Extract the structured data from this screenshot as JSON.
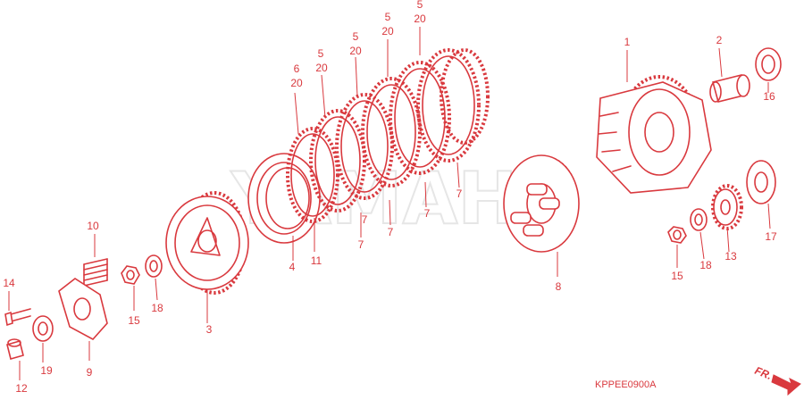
{
  "watermark": "YAMAHA",
  "diagram_code": "KPPEE0900A",
  "direction_label": "FR.",
  "colors": {
    "line": "#d9393e",
    "watermark": "#e6e6e6"
  },
  "callouts": {
    "c1": "1",
    "c2": "2",
    "c3": "3",
    "c4": "4",
    "c5a": "5",
    "c20a": "20",
    "c5b": "5",
    "c20b": "20",
    "c5c": "5",
    "c20c": "20",
    "c5d": "5",
    "c20d": "20",
    "c6": "6",
    "c20e": "20",
    "c7a": "7",
    "c7b": "7",
    "c7c": "7",
    "c7d": "7",
    "c7e": "7",
    "c8": "8",
    "c9": "9",
    "c10": "10",
    "c11": "11",
    "c12": "12",
    "c13": "13",
    "c14": "14",
    "c15a": "15",
    "c15b": "15",
    "c16": "16",
    "c17": "17",
    "c18a": "18",
    "c18b": "18",
    "c19": "19"
  }
}
